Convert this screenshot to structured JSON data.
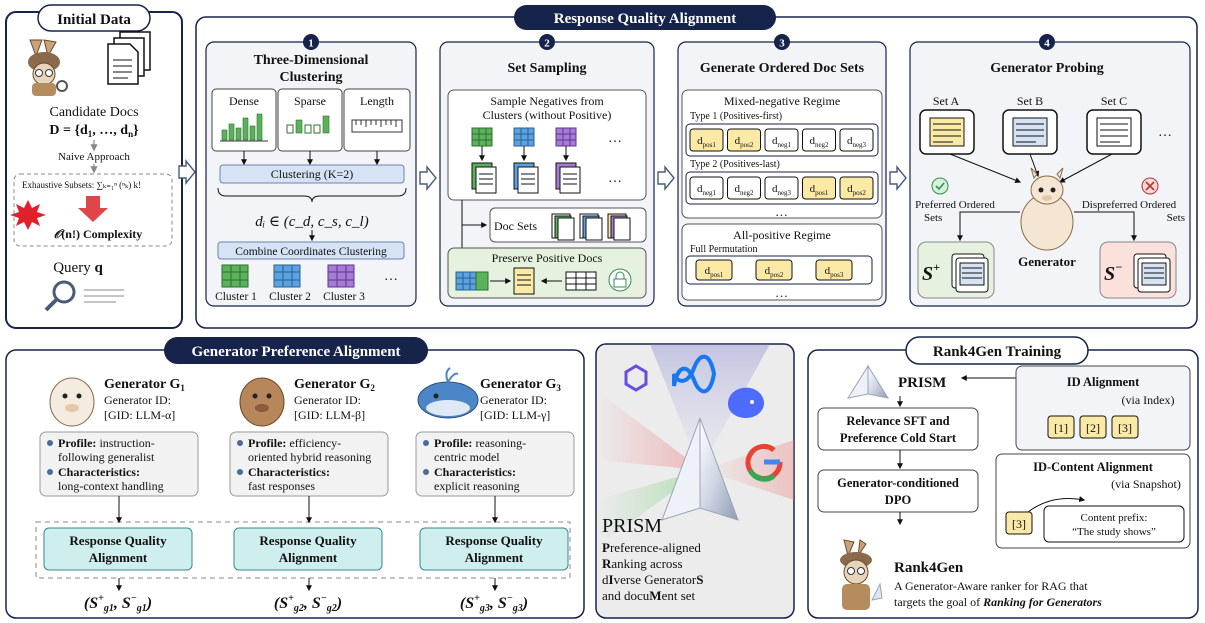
{
  "initial": {
    "title": "Initial Data",
    "candidate_docs": "Candidate Docs",
    "docs_set": "D = {d",
    "naive": "Naive Approach",
    "exhaustive": "Exhaustive Subsets:",
    "complexity": "Complexity",
    "query": "Query"
  },
  "rqa": {
    "title": "Response Quality Alignment",
    "step1": {
      "num": "1",
      "title_l1": "Three-Dimensional",
      "title_l2": "Clustering",
      "dense": "Dense",
      "sparse": "Sparse",
      "length": "Length",
      "clustering": "Clustering (K=2)",
      "combine": "Combine Coordinates Clustering",
      "clusters": [
        "Cluster 1",
        "Cluster 2",
        "Cluster 3"
      ],
      "more": "…"
    },
    "step2": {
      "num": "2",
      "title": "Set Sampling",
      "neg_l1": "Sample Negatives from",
      "neg_l2": "Clusters (without Positive)",
      "doc_sets": "Doc Sets",
      "preserve": "Preserve Positive Docs",
      "more": "…"
    },
    "step3": {
      "num": "3",
      "title": "Generate Ordered Doc Sets",
      "mixed": "Mixed-negative Regime",
      "type1": "Type 1 (Positives-first)",
      "type2": "Type 2 (Positives-last)",
      "type1_docs": [
        {
          "base": "d",
          "sub": "pos1",
          "kind": "pos"
        },
        {
          "base": "d",
          "sub": "pos2",
          "kind": "pos"
        },
        {
          "base": "d",
          "sub": "neg1",
          "kind": "neg"
        },
        {
          "base": "d",
          "sub": "neg2",
          "kind": "neg"
        },
        {
          "base": "d",
          "sub": "neg3",
          "kind": "neg"
        }
      ],
      "type2_docs": [
        {
          "base": "d",
          "sub": "neg1",
          "kind": "neg"
        },
        {
          "base": "d",
          "sub": "neg2",
          "kind": "neg"
        },
        {
          "base": "d",
          "sub": "neg3",
          "kind": "neg"
        },
        {
          "base": "d",
          "sub": "pos1",
          "kind": "pos"
        },
        {
          "base": "d",
          "sub": "pos2",
          "kind": "pos"
        }
      ],
      "allpos": "All-positive Regime",
      "fullperm": "Full Permutation",
      "allpos_docs": [
        {
          "base": "d",
          "sub": "pos1",
          "kind": "pos"
        },
        {
          "base": "d",
          "sub": "pos2",
          "kind": "pos"
        },
        {
          "base": "d",
          "sub": "pos3",
          "kind": "pos"
        }
      ],
      "more": "…"
    },
    "step4": {
      "num": "4",
      "title": "Generator Probing",
      "sets": [
        "Set A",
        "Set B",
        "Set C"
      ],
      "preferred_l1": "Preferred Ordered",
      "preferred_l2": "Sets",
      "dispreferred_l1": "Dispreferred Ordered",
      "dispreferred_l2": "Sets",
      "generator": "Generator",
      "s_plus": "S",
      "s_minus": "S",
      "more": "…"
    }
  },
  "gpa": {
    "title": "Generator Preference Alignment",
    "generators": [
      {
        "name": "Generator G",
        "sub": "1",
        "id_label": "Generator ID:",
        "id": "[GID: LLM-α]",
        "profile_label": "Profile:",
        "profile_l1": "instruction-",
        "profile_l2": "following generalist",
        "char_label": "Characteristics:",
        "char_l2": "long-context handling",
        "rqa_l1": "Response Quality",
        "rqa_l2": "Alignment",
        "pair_sub": "g1"
      },
      {
        "name": "Generator G",
        "sub": "2",
        "id_label": "Generator ID:",
        "id": "[GID: LLM-β]",
        "profile_label": "Profile:",
        "profile_l1": "efficiency-",
        "profile_l2": "oriented hybrid reasoning",
        "char_label": "Characteristics:",
        "char_l2": "fast responses",
        "rqa_l1": "Response Quality",
        "rqa_l2": "Alignment",
        "pair_sub": "g2"
      },
      {
        "name": "Generator G",
        "sub": "3",
        "id_label": "Generator ID:",
        "id": "[GID: LLM-γ]",
        "profile_label": "Profile:",
        "profile_l1": "reasoning-",
        "profile_l2": "centric model",
        "char_label": "Characteristics:",
        "char_l2": "explicit reasoning",
        "rqa_l1": "Response Quality",
        "rqa_l2": "Alignment",
        "pair_sub": "g3"
      }
    ]
  },
  "prism": {
    "title": "PRISM",
    "lines": [
      [
        {
          "t": "P",
          "b": true
        },
        {
          "t": "reference-aligned",
          "b": false
        }
      ],
      [
        {
          "t": "R",
          "b": true
        },
        {
          "t": "anking across",
          "b": false
        }
      ],
      [
        {
          "t": "d",
          "b": false
        },
        {
          "t": "I",
          "b": true
        },
        {
          "t": "verse Generator",
          "b": false
        },
        {
          "t": "S",
          "b": true
        }
      ],
      [
        {
          "t": "and docu",
          "b": false
        },
        {
          "t": "M",
          "b": true
        },
        {
          "t": "ent set",
          "b": false
        }
      ]
    ]
  },
  "rank4gen": {
    "title": "Rank4Gen Training",
    "prism": "PRISM",
    "sft_l1": "Relevance SFT and",
    "sft_l2": "Preference Cold Start",
    "dpo_l1": "Generator-conditioned",
    "dpo_l2": "DPO",
    "id_align": "ID Alignment",
    "via_index": "(via Index)",
    "ids": [
      "[1]",
      "[2]",
      "[3]"
    ],
    "idc_align": "ID-Content Alignment",
    "via_snapshot": "(via Snapshot)",
    "snap_id": "[3]",
    "prefix_l1": "Content prefix:",
    "prefix_l2": "“The study shows”",
    "name": "Rank4Gen",
    "desc_l1": "A Generator-Aware ranker for RAG that",
    "desc_l2": "targets the goal of",
    "desc_em": "Ranking for Generators"
  },
  "colors": {
    "navy": "#16234a",
    "panel": "#f2f4f7",
    "cluster_green": "#5bb25b",
    "cluster_blue": "#5aa2e0",
    "cluster_purple": "#a77ad8",
    "pos_doc": "#fbe9a6",
    "pos_plus": "#e7f1df",
    "neg_minus": "#fbe1dc",
    "rqa_box": "#cfeeee"
  }
}
